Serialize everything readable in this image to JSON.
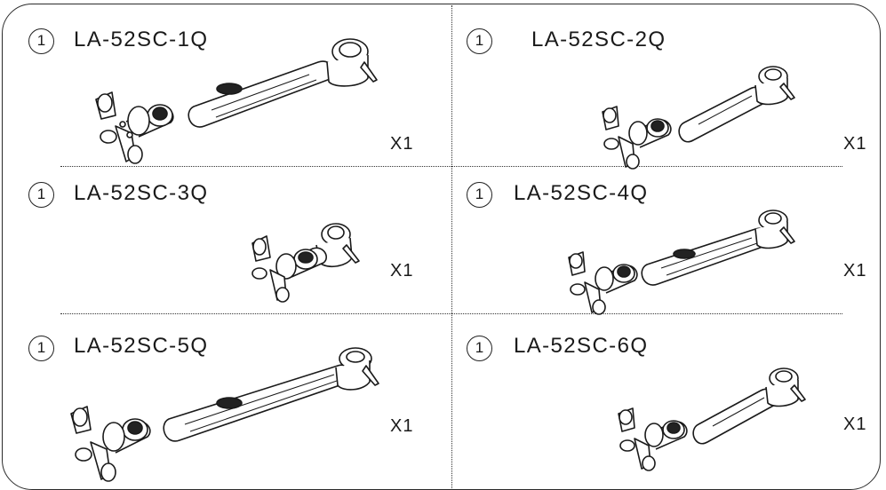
{
  "items": [
    {
      "qty": "1",
      "model": "LA-52SC-1Q",
      "multiplier": "X1"
    },
    {
      "qty": "1",
      "model": "LA-52SC-2Q",
      "multiplier": "X1"
    },
    {
      "qty": "1",
      "model": "LA-52SC-3Q",
      "multiplier": "X1"
    },
    {
      "qty": "1",
      "model": "LA-52SC-4Q",
      "multiplier": "X1"
    },
    {
      "qty": "1",
      "model": "LA-52SC-5Q",
      "multiplier": "X1"
    },
    {
      "qty": "1",
      "model": "LA-52SC-6Q",
      "multiplier": "X1"
    }
  ],
  "illustration_icon": "monitor-arm-icon",
  "colors": {
    "line": "#1a1a1a",
    "fill": "#ffffff",
    "dark": "#222222"
  }
}
